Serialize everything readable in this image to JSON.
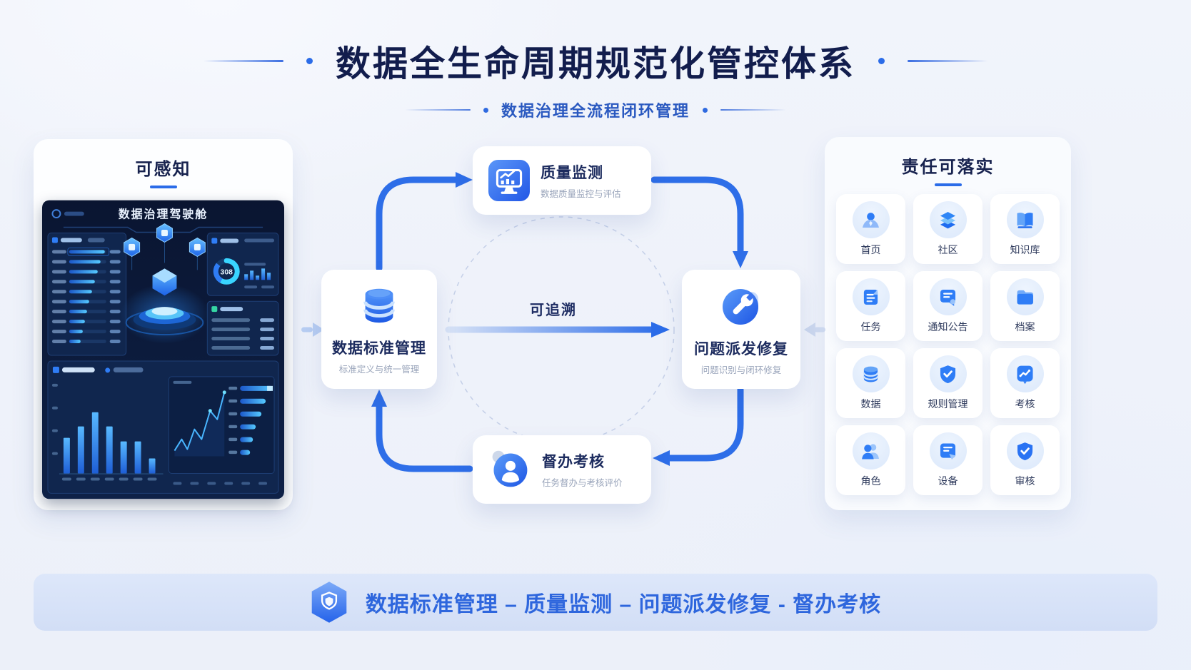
{
  "header": {
    "title": "数据全生命周期规范化管控体系",
    "subtitle": "数据治理全流程闭环管理"
  },
  "left_panel": {
    "title": "可感知",
    "dashboard": {
      "title": "数据治理驾驶舱",
      "donut_value": "308"
    }
  },
  "flow": {
    "center_label": "可追溯",
    "top": {
      "title": "质量监测",
      "subtitle": "数据质量监控与评估",
      "icon": "monitor-chart-icon"
    },
    "left": {
      "title": "数据标准管理",
      "subtitle": "标准定义与统一管理",
      "icon": "database-icon"
    },
    "right": {
      "title": "问题派发修复",
      "subtitle": "问题识别与闭环修复",
      "icon": "wrench-icon"
    },
    "bottom": {
      "title": "督办考核",
      "subtitle": "任务督办与考核评价",
      "icon": "person-icon"
    }
  },
  "right_panel": {
    "title": "责任可落实",
    "items": [
      {
        "label": "首页",
        "icon": "user-icon"
      },
      {
        "label": "社区",
        "icon": "layers-icon"
      },
      {
        "label": "知识库",
        "icon": "open-book-icon"
      },
      {
        "label": "任务",
        "icon": "notepad-icon"
      },
      {
        "label": "通知公告",
        "icon": "announcement-icon"
      },
      {
        "label": "档案",
        "icon": "folder-icon"
      },
      {
        "label": "数据",
        "icon": "database-icon"
      },
      {
        "label": "规则管理",
        "icon": "shield-check-icon"
      },
      {
        "label": "考核",
        "icon": "chart-icon"
      },
      {
        "label": "角色",
        "icon": "users-icon"
      },
      {
        "label": "设备",
        "icon": "document-pen-icon"
      },
      {
        "label": "审核",
        "icon": "shield-check-icon"
      }
    ]
  },
  "footer": {
    "text": "数据标准管理 – 质量监测 – 问题派发修复 - 督办考核",
    "icon": "hexagon-shield-icon"
  },
  "colors": {
    "accent": "#2b6ce8",
    "title_navy": "#121d4d",
    "footer_text": "#2e66dd",
    "dashboard_bg": "#0b1835"
  }
}
